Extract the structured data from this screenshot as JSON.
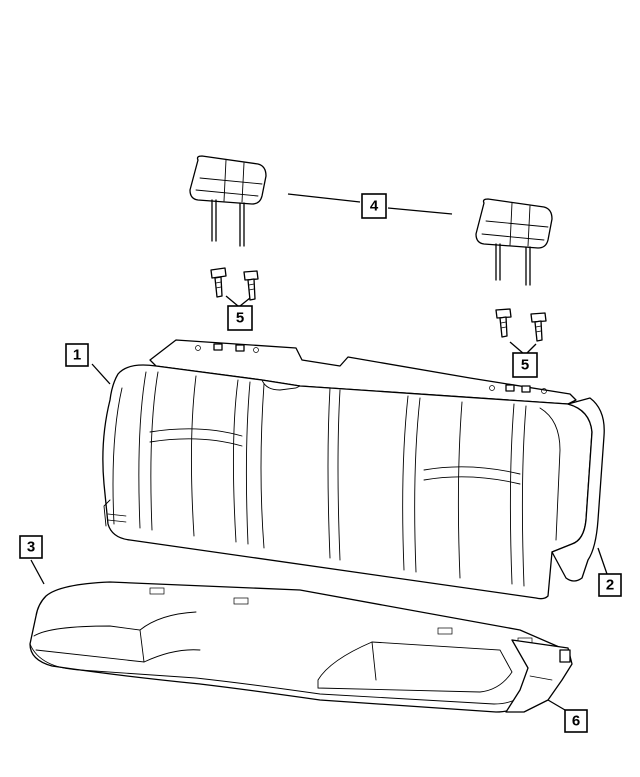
{
  "callouts": [
    {
      "id": "seat-back",
      "label": "1"
    },
    {
      "id": "side-trim",
      "label": "2"
    },
    {
      "id": "seat-cushion",
      "label": "3"
    },
    {
      "id": "headrests",
      "label": "4"
    },
    {
      "id": "headrest-guides-left",
      "label": "5"
    },
    {
      "id": "headrest-guides-right",
      "label": "5"
    },
    {
      "id": "cushion-cover",
      "label": "6"
    }
  ]
}
